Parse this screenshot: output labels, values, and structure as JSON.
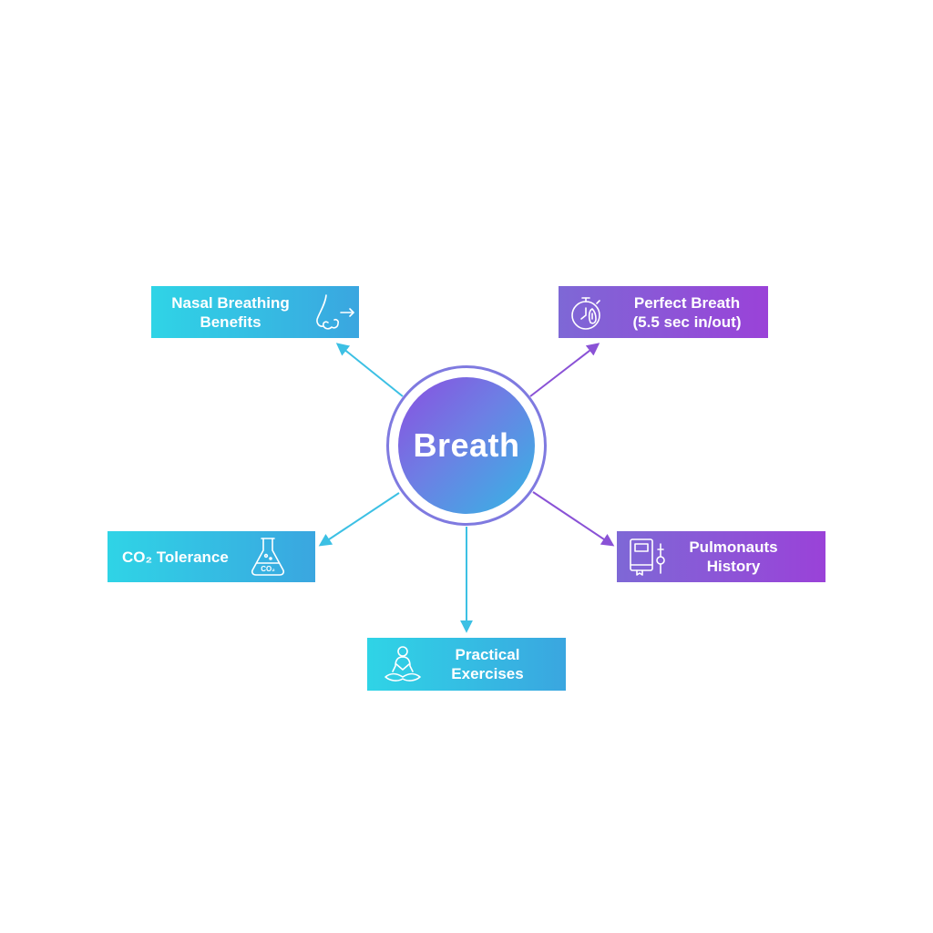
{
  "center": {
    "label": "Breath"
  },
  "nodes": {
    "nasal": {
      "label": "Nasal Breathing Benefits",
      "icon": "nose-arrow-icon"
    },
    "perfect": {
      "label": "Perfect Breath (5.5 sec in/out)",
      "icon": "stopwatch-lungs-icon"
    },
    "co2": {
      "label": "CO₂ Tolerance",
      "icon": "flask-co2-icon",
      "icon_text": "CO₂"
    },
    "pulmonauts": {
      "label": "Pulmonauts History",
      "icon": "book-history-icon"
    },
    "practical": {
      "label": "Practical Exercises",
      "icon": "meditation-icon"
    }
  },
  "colors": {
    "cyan_start": "#2fd4e6",
    "cyan_end": "#3aa6e0",
    "purple_start": "#7e68d6",
    "purple_end": "#9a42d8",
    "cyan_line": "#3cc0e4",
    "purple_line": "#8a52d6"
  }
}
